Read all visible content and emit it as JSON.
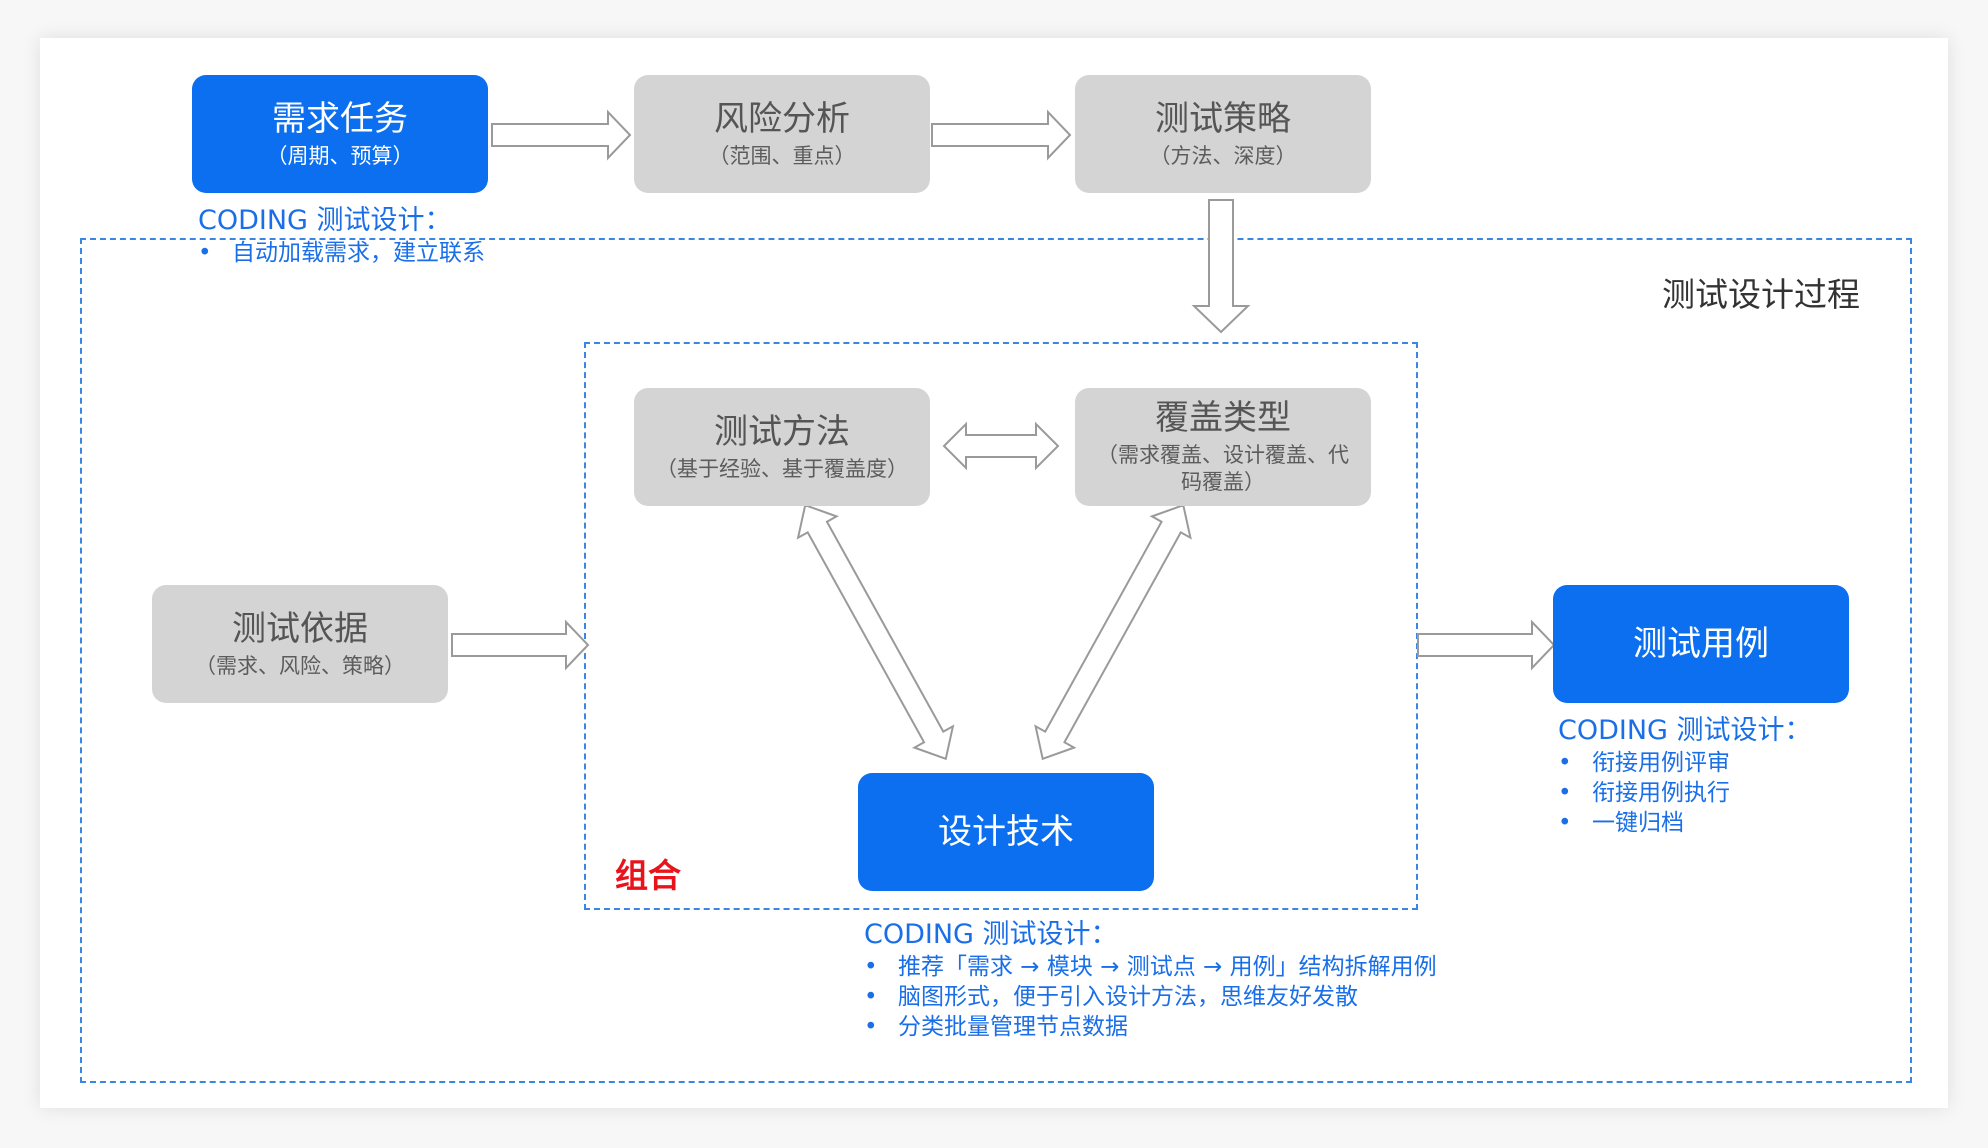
{
  "boxes": {
    "requirement_task": {
      "title": "需求任务",
      "sub": "（周期、预算）"
    },
    "risk_analysis": {
      "title": "风险分析",
      "sub": "（范围、重点）"
    },
    "test_strategy": {
      "title": "测试策略",
      "sub": "（方法、深度）"
    },
    "test_method": {
      "title": "测试方法",
      "sub": "（基于经验、基于覆盖度）"
    },
    "coverage_type": {
      "title": "覆盖类型",
      "sub": "（需求覆盖、设计覆盖、代码覆盖）"
    },
    "test_basis": {
      "title": "测试依据",
      "sub": "（需求、风险、策略）"
    },
    "test_case": {
      "title": "测试用例"
    },
    "design_technique": {
      "title": "设计技术"
    }
  },
  "labels": {
    "process_title": "测试设计过程",
    "combination": "组合"
  },
  "notes": {
    "requirement": {
      "heading": "CODING 测试设计：",
      "items": [
        "自动加载需求，建立联系"
      ]
    },
    "test_case": {
      "heading": "CODING 测试设计：",
      "items": [
        "衔接用例评审",
        "衔接用例执行",
        "一键归档"
      ]
    },
    "design": {
      "heading": "CODING 测试设计：",
      "items": [
        "推荐「需求 → 模块 → 测试点 → 用例」结构拆解用例",
        "脑图形式，便于引入设计方法，思维友好发散",
        "分类批量管理节点数据"
      ]
    }
  },
  "bullet": "•",
  "colors": {
    "blue_box": "#0b6ff0",
    "gray_box": "#d4d4d4",
    "note_text": "#1a6fe8",
    "dashed_border": "#3a86e0",
    "combination_label": "#e8141c",
    "arrow_stroke": "#9a9a9a"
  }
}
